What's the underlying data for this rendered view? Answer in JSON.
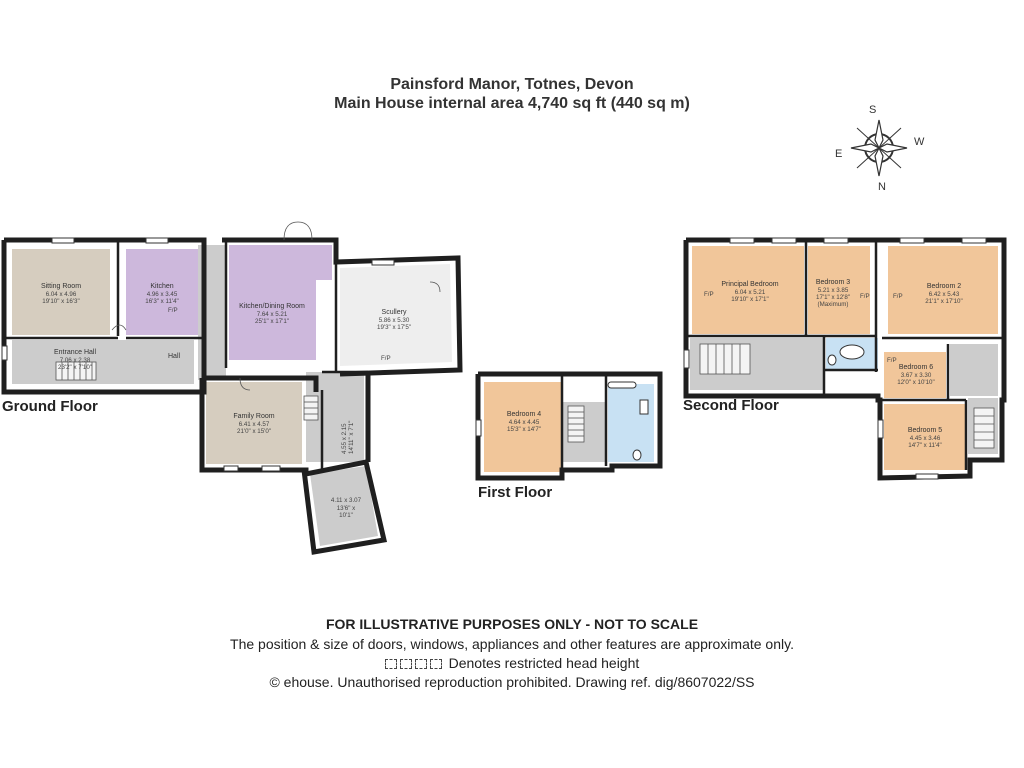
{
  "header": {
    "title": "Painsford Manor, Totnes, Devon",
    "subtitle": "Main House internal area 4,740 sq ft (440 sq m)"
  },
  "compass": {
    "n": "N",
    "s": "S",
    "e": "E",
    "w": "W"
  },
  "floors": {
    "ground": "Ground Floor",
    "first": "First Floor",
    "second": "Second Floor"
  },
  "rooms": {
    "sitting": {
      "name": "Sitting Room",
      "metric": "6.04 x 4.96",
      "imperial": "19'10\" x 16'3\""
    },
    "kitchen": {
      "name": "Kitchen",
      "metric": "4.96 x 3.45",
      "imperial": "16'3\" x 11'4\""
    },
    "entrance": {
      "name": "Entrance Hall",
      "metric": "7.06 x 2.38",
      "imperial": "23'2\" x 7'10\""
    },
    "hall": {
      "name": "Hall"
    },
    "kitdining": {
      "name": "Kitchen/Dining Room",
      "metric": "7.64 x 5.21",
      "imperial": "25'1\" x 17'1\""
    },
    "scullery": {
      "name": "Scullery",
      "metric": "5.86 x 5.30",
      "imperial": "19'3\" x 17'5\""
    },
    "family": {
      "name": "Family Room",
      "metric": "6.41 x 4.57",
      "imperial": "21'0\" x 15'0\""
    },
    "passage": {
      "metric": "4.55 x 2.15",
      "imperial": "14'11\" x 7'1\""
    },
    "store": {
      "metric": "4.11 x 3.07",
      "imperial1": "13'6\" x",
      "imperial2": "10'1\""
    },
    "bed4": {
      "name": "Bedroom 4",
      "metric": "4.64 x 4.45",
      "imperial": "15'3\" x 14'7\""
    },
    "principal": {
      "name": "Principal Bedroom",
      "metric": "6.04 x 5.21",
      "imperial": "19'10\" x 17'1\""
    },
    "bed3": {
      "name": "Bedroom 3",
      "metric": "5.21 x 3.85",
      "imperial": "17'1\" x 12'8\"",
      "note": "(Maximum)"
    },
    "bed2": {
      "name": "Bedroom 2",
      "metric": "6.42 x 5.43",
      "imperial": "21'1\" x 17'10\""
    },
    "bed6": {
      "name": "Bedroom 6",
      "metric": "3.67 x 3.30",
      "imperial": "12'0\" x 10'10\""
    },
    "bed5": {
      "name": "Bedroom 5",
      "metric": "4.45 x 3.46",
      "imperial": "14'7\" x 11'4\""
    }
  },
  "labels": {
    "fp": "F/P"
  },
  "footer": {
    "line1": "FOR ILLUSTRATIVE PURPOSES ONLY - NOT TO SCALE",
    "line2": "The position & size of doors, windows, appliances and other features are approximate only.",
    "line3": "Denotes restricted head height",
    "line4": "© ehouse. Unauthorised reproduction prohibited. Drawing ref. dig/8607022/SS"
  },
  "colors": {
    "sitting": "#d6cdbf",
    "kitchen": "#cdb8dc",
    "hall": "#cccccc",
    "kitdining": "#cdb8dc",
    "scullery": "#eeeeee",
    "family": "#d6cdbf",
    "bedroom": "#f1c69a",
    "bathroom": "#c8e1f3",
    "wall": "#1f1f1f"
  }
}
